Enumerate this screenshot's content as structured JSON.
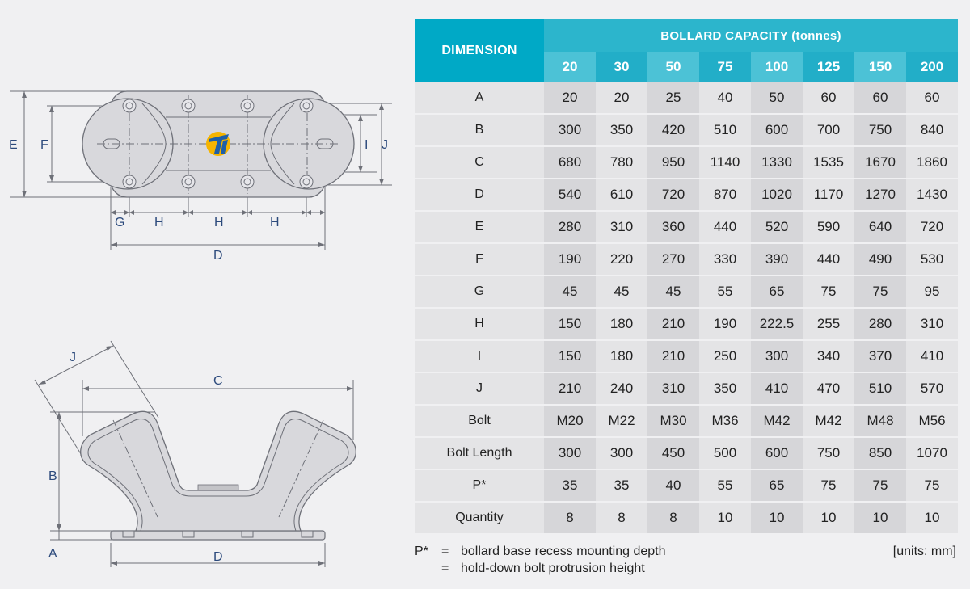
{
  "table": {
    "dimension_header": "DIMENSION",
    "capacity_header": "BOLLARD CAPACITY (tonnes)",
    "capacities": [
      "20",
      "30",
      "50",
      "75",
      "100",
      "125",
      "150",
      "200"
    ],
    "rows": [
      {
        "label": "A",
        "values": [
          "20",
          "20",
          "25",
          "40",
          "50",
          "60",
          "60",
          "60"
        ]
      },
      {
        "label": "B",
        "values": [
          "300",
          "350",
          "420",
          "510",
          "600",
          "700",
          "750",
          "840"
        ]
      },
      {
        "label": "C",
        "values": [
          "680",
          "780",
          "950",
          "1140",
          "1330",
          "1535",
          "1670",
          "1860"
        ]
      },
      {
        "label": "D",
        "values": [
          "540",
          "610",
          "720",
          "870",
          "1020",
          "1170",
          "1270",
          "1430"
        ]
      },
      {
        "label": "E",
        "values": [
          "280",
          "310",
          "360",
          "440",
          "520",
          "590",
          "640",
          "720"
        ]
      },
      {
        "label": "F",
        "values": [
          "190",
          "220",
          "270",
          "330",
          "390",
          "440",
          "490",
          "530"
        ]
      },
      {
        "label": "G",
        "values": [
          "45",
          "45",
          "45",
          "55",
          "65",
          "75",
          "75",
          "95"
        ]
      },
      {
        "label": "H",
        "values": [
          "150",
          "180",
          "210",
          "190",
          "222.5",
          "255",
          "280",
          "310"
        ]
      },
      {
        "label": "I",
        "values": [
          "150",
          "180",
          "210",
          "250",
          "300",
          "340",
          "370",
          "410"
        ]
      },
      {
        "label": "J",
        "values": [
          "210",
          "240",
          "310",
          "350",
          "410",
          "470",
          "510",
          "570"
        ]
      },
      {
        "label": "Bolt",
        "values": [
          "M20",
          "M22",
          "M30",
          "M36",
          "M42",
          "M42",
          "M48",
          "M56"
        ]
      },
      {
        "label": "Bolt Length",
        "values": [
          "300",
          "300",
          "450",
          "500",
          "600",
          "750",
          "850",
          "1070"
        ]
      },
      {
        "label": "P*",
        "values": [
          "35",
          "35",
          "40",
          "55",
          "65",
          "75",
          "75",
          "75"
        ]
      },
      {
        "label": "Quantity",
        "values": [
          "8",
          "8",
          "8",
          "10",
          "10",
          "10",
          "10",
          "10"
        ]
      }
    ]
  },
  "notes": {
    "key": "P*",
    "equals": "=",
    "line1": "bollard base recess mounting depth",
    "line2": "hold-down bolt protrusion height",
    "units": "[units: mm]"
  },
  "top_view_labels": {
    "E": "E",
    "F": "F",
    "I": "I",
    "J": "J",
    "G": "G",
    "H1": "H",
    "H2": "H",
    "H3": "H",
    "D": "D"
  },
  "side_view_labels": {
    "J": "J",
    "C": "C",
    "B": "B",
    "A": "A",
    "D": "D"
  },
  "colors": {
    "header_dark": "#00a9c6",
    "header_light": "#2cb5cc",
    "row_light": "#e4e4e6",
    "row_dark": "#d6d6d9",
    "label_blue": "#2c4a7c",
    "logo_yellow": "#f5b400",
    "logo_blue": "#1e5fa8"
  },
  "icons": {
    "logo": "company-logo-icon"
  }
}
